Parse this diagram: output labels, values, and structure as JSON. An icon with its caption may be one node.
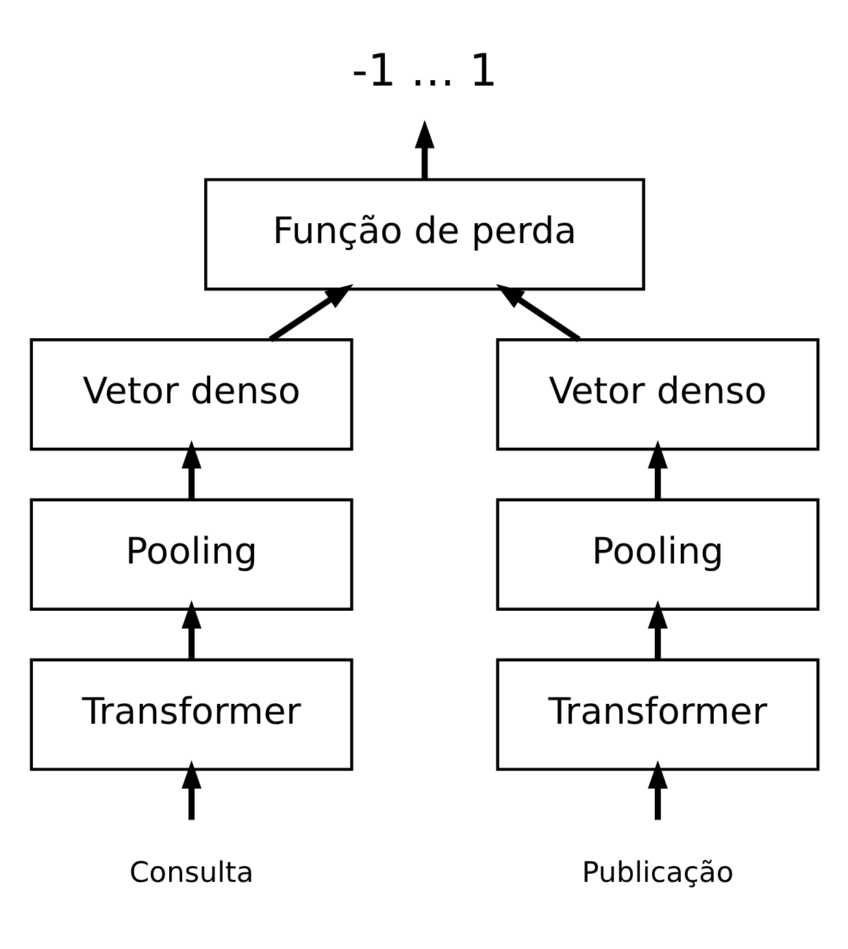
{
  "diagram": {
    "nodes": [
      {
        "text": [
          "-1 … 1"
        ]
      },
      {
        "text": [
          "Função de perda"
        ]
      },
      {
        "text": [
          "Vetor denso"
        ]
      },
      {
        "text": [
          "Pooling"
        ]
      },
      {
        "text": [
          "Transformer"
        ]
      },
      {
        "text": [
          "Consulta"
        ]
      },
      {
        "text": [
          "Vetor denso"
        ]
      },
      {
        "text": [
          "Pooling"
        ]
      },
      {
        "text": [
          "Transformer"
        ]
      },
      {
        "text": [
          "Publicação"
        ]
      }
    ],
    "edges": [
      {
        "from": 1,
        "to": 0,
        "arrow": "to"
      },
      {
        "from": 2,
        "to": 1,
        "arrow": "to"
      },
      {
        "from": 6,
        "to": 1,
        "arrow": "to"
      },
      {
        "from": 3,
        "to": 2,
        "arrow": "to"
      },
      {
        "from": 4,
        "to": 3,
        "arrow": "to"
      },
      {
        "from": 5,
        "to": 4,
        "arrow": "to"
      },
      {
        "from": 7,
        "to": 6,
        "arrow": "to"
      },
      {
        "from": 8,
        "to": 7,
        "arrow": "to"
      },
      {
        "from": 9,
        "to": 8,
        "arrow": "to"
      }
    ]
  }
}
